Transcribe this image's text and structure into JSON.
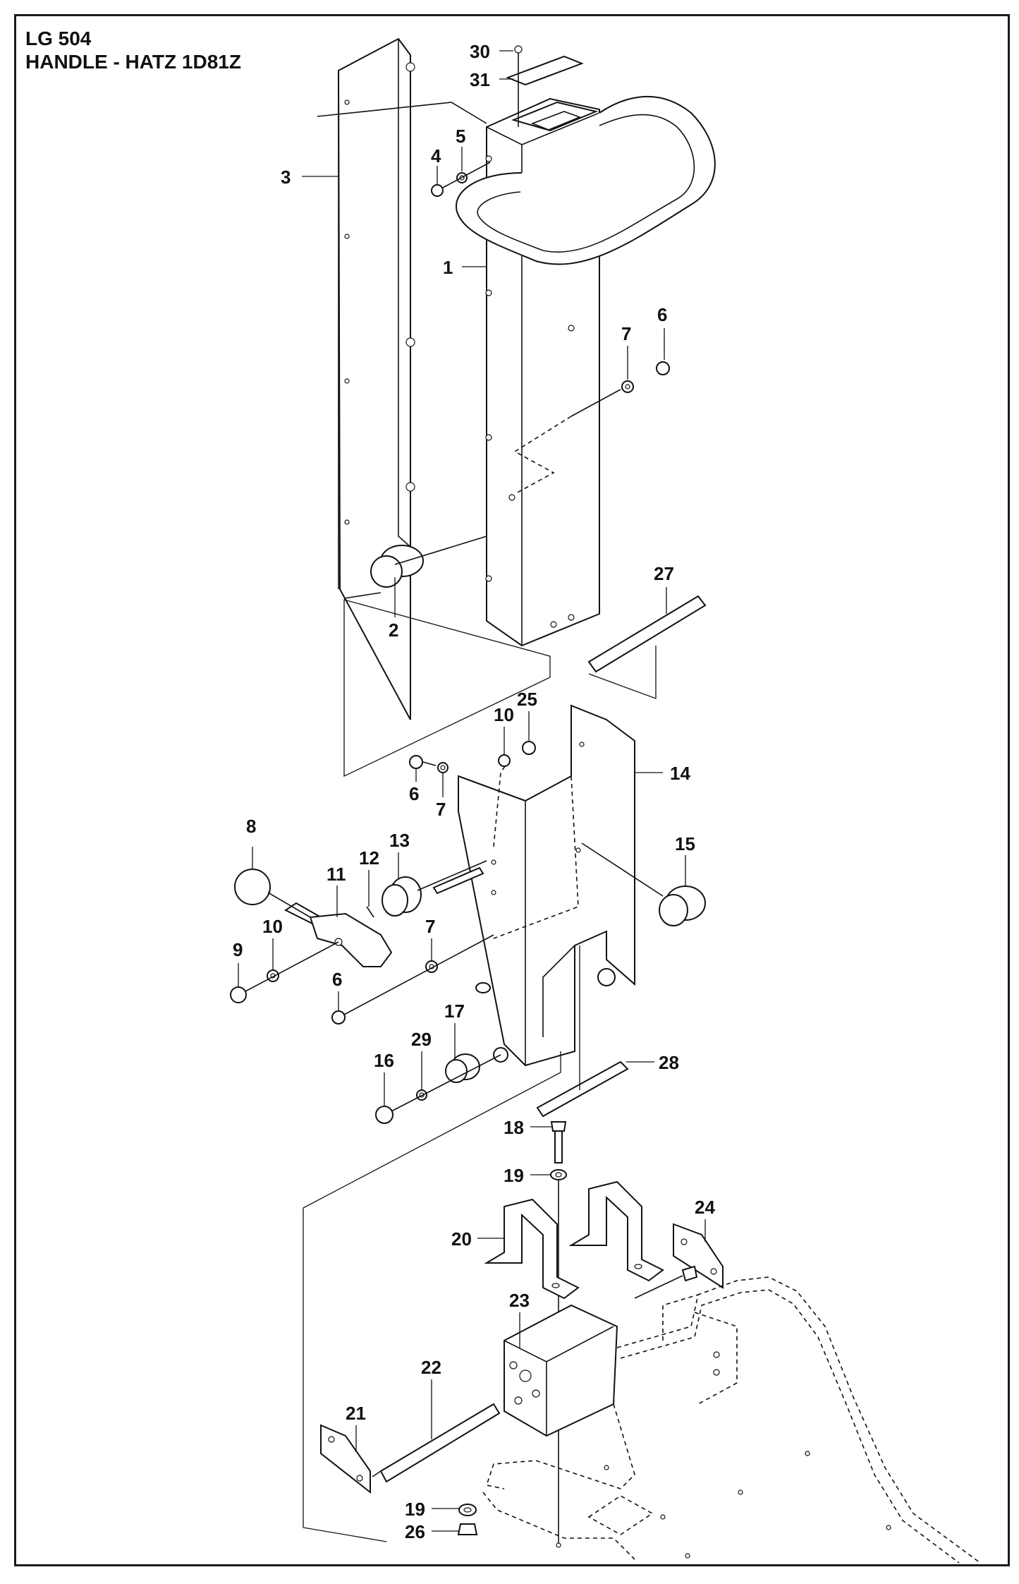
{
  "header": {
    "model": "LG 504",
    "subtitle": "HANDLE - HATZ 1D81Z"
  },
  "callouts": [
    "30",
    "31",
    "3",
    "5",
    "4",
    "1",
    "6",
    "7",
    "2",
    "27",
    "10",
    "25",
    "6",
    "7",
    "14",
    "8",
    "13",
    "12",
    "15",
    "11",
    "9",
    "10",
    "7",
    "6",
    "17",
    "29",
    "16",
    "28",
    "18",
    "19",
    "24",
    "20",
    "23",
    "22",
    "21",
    "19",
    "26"
  ],
  "colors": {
    "line": "#111111",
    "background": "#ffffff"
  }
}
